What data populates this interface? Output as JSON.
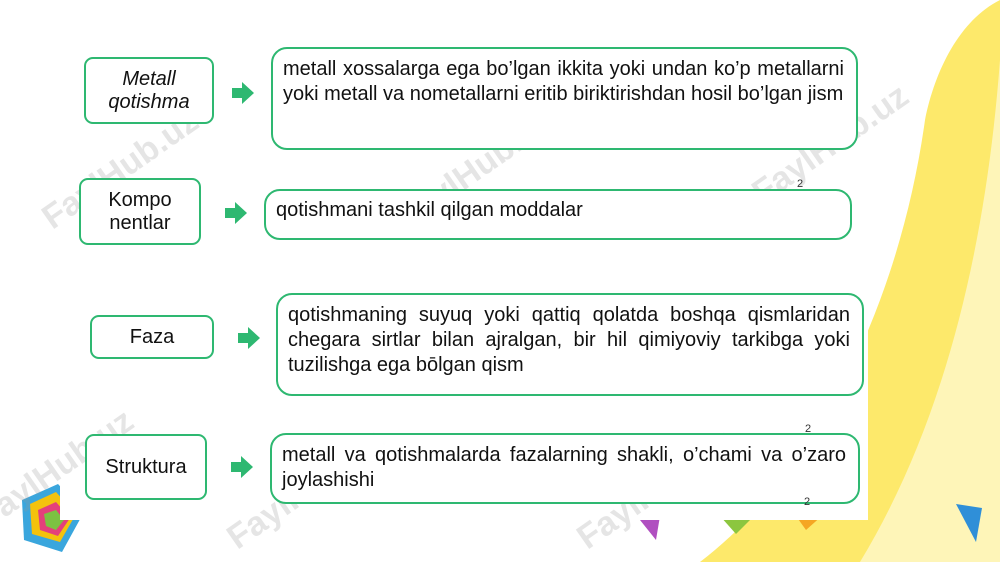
{
  "rows": [
    {
      "term": "Metall qotishma",
      "definition": "metall xossalarga ega bo’lgan ikkita yoki undan ko’p metallarni yoki metall va nometallarni eritib biriktirishdan hosil bo’lgan jism"
    },
    {
      "term": "Kompo nentlar",
      "definition": "qotishmani tashkil qilgan moddalar"
    },
    {
      "term": "Faza",
      "definition": "qotishmaning suyuq yoki qattiq qolatda boshqa qismlaridan chegara sirtlar bilan ajralgan, bir hil qimiyoviy tarkibga yoki tuzilishga ega bōlgan qism"
    },
    {
      "term": "Struktura",
      "definition": "metall va qotishmalarda fazalarning shakli, o’chami va o’zaro joylashishi"
    }
  ],
  "watermark": "FaylHub.uz",
  "footnote_marks": [
    "2",
    "2",
    "2"
  ],
  "colors": {
    "accent": "#2eb871",
    "yellow": "#fde96b"
  }
}
